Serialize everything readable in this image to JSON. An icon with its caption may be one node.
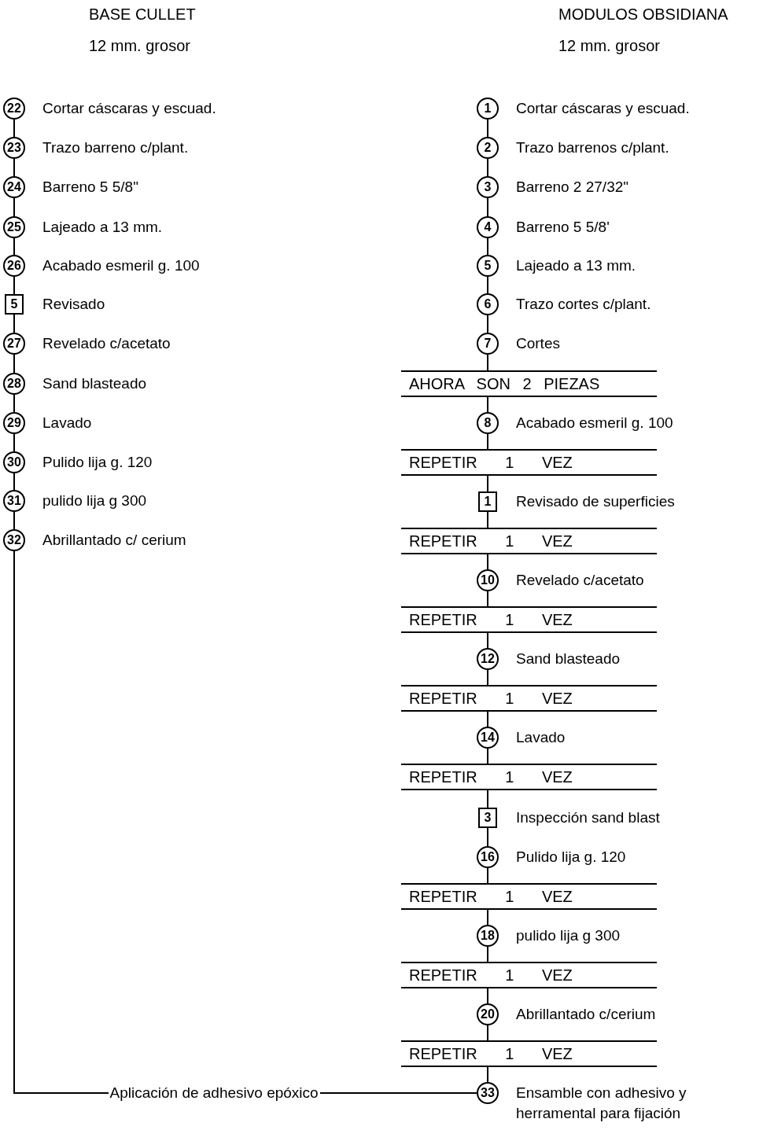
{
  "diagram": {
    "nodes": [
      {
        "text": [
          "22"
        ],
        "beside": [
          "Cortar cáscaras y escuad."
        ]
      },
      {
        "text": [
          "23"
        ],
        "beside": [
          "Trazo barreno c/plant."
        ]
      },
      {
        "text": [
          "24"
        ],
        "beside": [
          "Barreno 5  5/8\""
        ]
      },
      {
        "text": [
          "25"
        ],
        "beside": [
          "Lajeado a 13 mm."
        ]
      },
      {
        "text": [
          "26"
        ],
        "beside": [
          "Acabado esmeril g. 100"
        ]
      },
      {
        "text": [
          "5"
        ],
        "beside": [
          "Revisado"
        ]
      },
      {
        "text": [
          "27"
        ],
        "beside": [
          "Revelado c/acetato"
        ]
      },
      {
        "text": [
          "28"
        ],
        "beside": [
          "Sand blasteado"
        ]
      },
      {
        "text": [
          "29"
        ],
        "beside": [
          "Lavado"
        ]
      },
      {
        "text": [
          "30"
        ],
        "beside": [
          "Pulido lija g. 120"
        ]
      },
      {
        "text": [
          "31"
        ],
        "beside": [
          "pulido lija g 300"
        ]
      },
      {
        "text": [
          "32"
        ],
        "beside": [
          "Abrillantado c/ cerium"
        ]
      },
      {
        "text": [
          "1"
        ],
        "beside": [
          "Cortar cáscaras y escuad."
        ]
      },
      {
        "text": [
          "2"
        ],
        "beside": [
          "Trazo barrenos c/plant."
        ]
      },
      {
        "text": [
          "3"
        ],
        "beside": [
          "Barreno 2 27/32\""
        ]
      },
      {
        "text": [
          "4"
        ],
        "beside": [
          "Barreno 5  5/8'"
        ]
      },
      {
        "text": [
          "5"
        ],
        "beside": [
          "Lajeado a 13 mm."
        ]
      },
      {
        "text": [
          "6"
        ],
        "beside": [
          "Trazo cortes c/plant."
        ]
      },
      {
        "text": [
          "7"
        ],
        "beside": [
          "Cortes"
        ]
      },
      {
        "text": [
          "AHORA SON 2 PIEZAS"
        ]
      },
      {
        "text": [
          "8"
        ],
        "beside": [
          "Acabado esmeril g. 100"
        ]
      },
      {
        "text": [
          "REPETIR 1 VEZ"
        ]
      },
      {
        "text": [
          "1"
        ],
        "beside": [
          "Revisado de superficies"
        ]
      },
      {
        "text": [
          "REPETIR 1 VEZ"
        ]
      },
      {
        "text": [
          "10"
        ],
        "beside": [
          "Revelado c/acetato"
        ]
      },
      {
        "text": [
          "REPETIR 1 VEZ"
        ]
      },
      {
        "text": [
          "12"
        ],
        "beside": [
          "Sand blasteado"
        ]
      },
      {
        "text": [
          "REPETIR 1 VEZ"
        ]
      },
      {
        "text": [
          "14"
        ],
        "beside": [
          "Lavado"
        ]
      },
      {
        "text": [
          "REPETIR 1 VEZ"
        ]
      },
      {
        "text": [
          "3"
        ],
        "beside": [
          "Inspección sand blast"
        ]
      },
      {
        "text": [
          "16"
        ],
        "beside": [
          "Pulido lija g. 120"
        ]
      },
      {
        "text": [
          "REPETIR 1 VEZ"
        ]
      },
      {
        "text": [
          "18"
        ],
        "beside": [
          "pulido lija g 300"
        ]
      },
      {
        "text": [
          "REPETIR 1 VEZ"
        ]
      },
      {
        "text": [
          "20"
        ],
        "beside": [
          "Abrillantado c/cerium"
        ]
      },
      {
        "text": [
          "REPETIR 1 VEZ"
        ]
      },
      {
        "text": [
          "33"
        ],
        "beside": [
          "Ensamble con adhesivo y herramental para fijación"
        ]
      }
    ],
    "edges": [
      {
        "from": 0,
        "to": 1,
        "arrow": "none"
      },
      {
        "from": 1,
        "to": 2,
        "arrow": "none"
      },
      {
        "from": 2,
        "to": 3,
        "arrow": "none"
      },
      {
        "from": 3,
        "to": 4,
        "arrow": "none"
      },
      {
        "from": 4,
        "to": 5,
        "arrow": "none"
      },
      {
        "from": 5,
        "to": 6,
        "arrow": "none"
      },
      {
        "from": 6,
        "to": 7,
        "arrow": "none"
      },
      {
        "from": 7,
        "to": 8,
        "arrow": "none"
      },
      {
        "from": 8,
        "to": 9,
        "arrow": "none"
      },
      {
        "from": 9,
        "to": 10,
        "arrow": "none"
      },
      {
        "from": 10,
        "to": 11,
        "arrow": "none"
      },
      {
        "from": 11,
        "to": 37,
        "arrow": "none",
        "label": "Aplicación de adhesivo epóxico"
      },
      {
        "from": 12,
        "to": 13,
        "arrow": "none"
      },
      {
        "from": 13,
        "to": 14,
        "arrow": "none"
      },
      {
        "from": 14,
        "to": 15,
        "arrow": "none"
      },
      {
        "from": 15,
        "to": 16,
        "arrow": "none"
      },
      {
        "from": 16,
        "to": 17,
        "arrow": "none"
      },
      {
        "from": 17,
        "to": 18,
        "arrow": "none"
      },
      {
        "from": 18,
        "to": 19,
        "arrow": "none"
      },
      {
        "from": 19,
        "to": 20,
        "arrow": "none"
      },
      {
        "from": 20,
        "to": 21,
        "arrow": "none"
      },
      {
        "from": 21,
        "to": 22,
        "arrow": "none"
      },
      {
        "from": 22,
        "to": 23,
        "arrow": "none"
      },
      {
        "from": 23,
        "to": 24,
        "arrow": "none"
      },
      {
        "from": 24,
        "to": 25,
        "arrow": "none"
      },
      {
        "from": 25,
        "to": 26,
        "arrow": "none"
      },
      {
        "from": 26,
        "to": 27,
        "arrow": "none"
      },
      {
        "from": 27,
        "to": 28,
        "arrow": "none"
      },
      {
        "from": 28,
        "to": 29,
        "arrow": "none"
      },
      {
        "from": 29,
        "to": 30,
        "arrow": "none"
      },
      {
        "from": 30,
        "to": 31,
        "arrow": "none"
      },
      {
        "from": 31,
        "to": 32,
        "arrow": "none"
      },
      {
        "from": 32,
        "to": 33,
        "arrow": "none"
      },
      {
        "from": 33,
        "to": 34,
        "arrow": "none"
      },
      {
        "from": 34,
        "to": 35,
        "arrow": "none"
      },
      {
        "from": 35,
        "to": 36,
        "arrow": "none"
      },
      {
        "from": 36,
        "to": 37,
        "arrow": "none"
      }
    ],
    "labels": [
      "BASE CULLET",
      "12 mm. grosor",
      "MODULOS OBSIDIANA",
      "12 mm. grosor"
    ]
  }
}
